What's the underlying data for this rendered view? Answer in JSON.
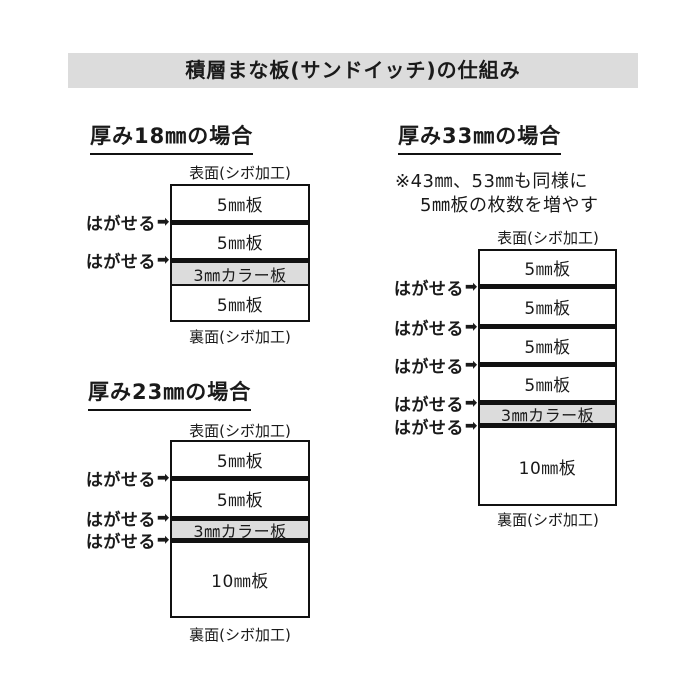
{
  "title": "積層まな板(サンドイッチ)の仕組み",
  "shared": {
    "surface_label": "表面(シボ加工)",
    "back_label": "裏面(シボ加工)",
    "peel_label": "はがせる",
    "peel_arrow_icon": "➡"
  },
  "colors": {
    "title_bar_bg": "#dcdcdc",
    "color_layer_bg": "#dcdcdc",
    "line": "#111111",
    "text": "#1a1a1a",
    "background": "#ffffff"
  },
  "diagrams": [
    {
      "heading": "厚み18㎜の場合",
      "total_thickness_mm": 18,
      "layers": [
        {
          "label": "5㎜板"
        },
        {
          "label": "5㎜板"
        },
        {
          "label": "3㎜カラー板"
        },
        {
          "label": "5㎜板"
        }
      ],
      "peel_arrow_count": 2
    },
    {
      "heading": "厚み23㎜の場合",
      "total_thickness_mm": 23,
      "layers": [
        {
          "label": "5㎜板"
        },
        {
          "label": "5㎜板"
        },
        {
          "label": "3㎜カラー板"
        },
        {
          "label": "10㎜板"
        }
      ],
      "peel_arrow_count": 3
    },
    {
      "heading": "厚み33㎜の場合",
      "total_thickness_mm": 33,
      "note_line1": "※43㎜、53㎜も同様に",
      "note_line2": "5㎜板の枚数を増やす",
      "layers": [
        {
          "label": "5㎜板"
        },
        {
          "label": "5㎜板"
        },
        {
          "label": "5㎜板"
        },
        {
          "label": "5㎜板"
        },
        {
          "label": "3㎜カラー板"
        },
        {
          "label": "10㎜板"
        }
      ],
      "peel_arrow_count": 5
    }
  ]
}
